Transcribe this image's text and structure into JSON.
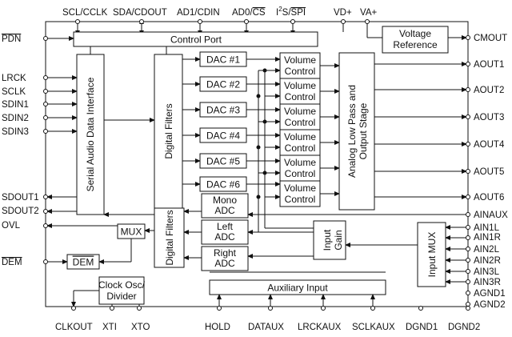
{
  "blocks": {
    "control_port": "Control Port",
    "voltage_reference": [
      "Voltage",
      "Reference"
    ],
    "serial_audio": "Serial Audio Data Interface",
    "digital_filters_top": "Digital Filters",
    "dacs": [
      "DAC #1",
      "DAC #2",
      "DAC #3",
      "DAC #4",
      "DAC #5",
      "DAC #6"
    ],
    "volume_control": [
      "Volume",
      "Control"
    ],
    "analog_output": [
      "Analog Low Pass and",
      "Output Stage"
    ],
    "mono_adc": [
      "Mono",
      "ADC"
    ],
    "left_adc": [
      "Left",
      "ADC"
    ],
    "right_adc": [
      "Right",
      "ADC"
    ],
    "digital_filters_bottom": "Digital Filters",
    "input_gain": [
      "Input",
      "Gain"
    ],
    "input_mux": "Input MUX",
    "mux": "MUX",
    "dem": "DEM",
    "clock": [
      "Clock Osc/",
      "Divider"
    ],
    "auxiliary_input": "Auxiliary Input"
  },
  "pins": {
    "top": [
      "SCL/CCLK",
      "SDA/CDOUT",
      "AD1/CDIN",
      "AD0/",
      "CS",
      "I",
      "2",
      "S/",
      "SPI",
      "VD+",
      "VA+"
    ],
    "left": [
      "PDN",
      "LRCK",
      "SCLK",
      "SDIN1",
      "SDIN2",
      "SDIN3",
      "SDOUT1",
      "SDOUT2",
      "OVL",
      "DEM"
    ],
    "right": [
      "CMOUT",
      "AOUT1",
      "AOUT2",
      "AOUT3",
      "AOUT4",
      "AOUT5",
      "AOUT6",
      "AINAUX",
      "AIN1L",
      "AIN1R",
      "AIN2L",
      "AIN2R",
      "AIN3L",
      "AIN3R",
      "AGND1",
      "AGND2"
    ],
    "bottom": [
      "CLKOUT",
      "XTI",
      "XTO",
      "HOLD",
      "DATAUX",
      "LRCKAUX",
      "SCLKAUX",
      "DGND1",
      "DGND2"
    ]
  }
}
